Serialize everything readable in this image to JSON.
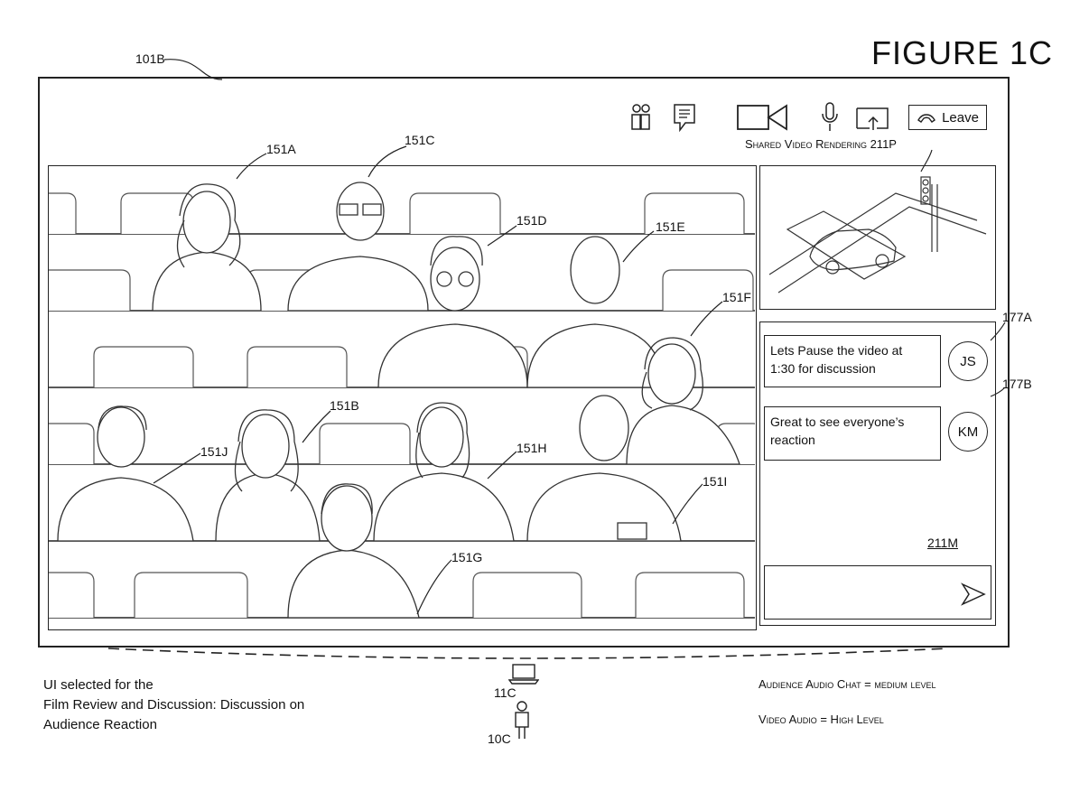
{
  "figure_title": "FIGURE 1C",
  "refs": {
    "device_ui": "101B",
    "p151A": "151A",
    "p151B": "151B",
    "p151C": "151C",
    "p151D": "151D",
    "p151E": "151E",
    "p151F": "151F",
    "p151G": "151G",
    "p151H": "151H",
    "p151I": "151I",
    "p151J": "151J",
    "msg_a": "177A",
    "msg_b": "177B",
    "chat_panel": "211M",
    "device": "11C",
    "user": "10C"
  },
  "toolbar": {
    "leave_label": "Leave",
    "icons": [
      "participants-icon",
      "chat-icon",
      "camera-icon",
      "microphone-icon",
      "share-screen-icon",
      "hangup-icon"
    ]
  },
  "video": {
    "label": "Shared Video Rendering 211P"
  },
  "chat": {
    "messages": [
      {
        "text_line1": "Lets Pause the video at",
        "text_line2": "1:30 for discussion",
        "initials": "JS"
      },
      {
        "text_line1": "Great to see everyone’s",
        "text_line2": "reaction",
        "initials": "KM"
      }
    ]
  },
  "notes": {
    "ui_line1": "UI selected for the",
    "ui_line2": "Film Review and Discussion: Discussion on",
    "ui_line3": "Audience Reaction",
    "audience_audio": "Audience Audio Chat = medium level",
    "video_audio": "Video Audio = High Level"
  }
}
